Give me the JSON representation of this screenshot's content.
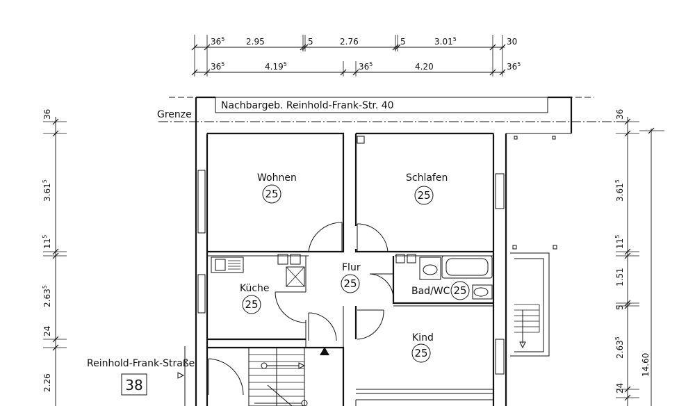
{
  "plan": {
    "neighbor_label": "Nachbargeb. Reinhold-Frank-Str. 40",
    "boundary_label": "Grenze",
    "street": {
      "name": "Reinhold-Frank-Straße",
      "number": "38"
    },
    "rooms": [
      {
        "name": "Wohnen",
        "number": "25"
      },
      {
        "name": "Schlafen",
        "number": "25"
      },
      {
        "name": "Küche",
        "number": "25"
      },
      {
        "name": "Flur",
        "number": "25"
      },
      {
        "name": "Bad/WC",
        "number": "25"
      },
      {
        "name": "Kind",
        "number": "25"
      }
    ],
    "dimensions": {
      "top_row_1": [
        {
          "main": "36",
          "sup": "5"
        },
        {
          "main": "2.95",
          "sup": ""
        },
        {
          "main": "5",
          "sup": ""
        },
        {
          "main": "2.76",
          "sup": ""
        },
        {
          "main": "5",
          "sup": ""
        },
        {
          "main": "3.01",
          "sup": "5"
        },
        {
          "main": "30",
          "sup": ""
        }
      ],
      "top_row_2": [
        {
          "main": "36",
          "sup": "5"
        },
        {
          "main": "4.19",
          "sup": "5"
        },
        {
          "main": "36",
          "sup": "5"
        },
        {
          "main": "4.20",
          "sup": ""
        },
        {
          "main": "36",
          "sup": "5"
        }
      ],
      "left_col": [
        {
          "main": "36",
          "sup": ""
        },
        {
          "main": "3.61",
          "sup": "5"
        },
        {
          "main": "11",
          "sup": "5"
        },
        {
          "main": "2.63",
          "sup": "5"
        },
        {
          "main": "24",
          "sup": ""
        },
        {
          "main": "2.26",
          "sup": ""
        }
      ],
      "right_col": [
        {
          "main": "36",
          "sup": ""
        },
        {
          "main": "3.61",
          "sup": "5"
        },
        {
          "main": "11",
          "sup": "5"
        },
        {
          "main": "1.51",
          "sup": ""
        },
        {
          "main": "5",
          "sup": ""
        },
        {
          "main": "2.63",
          "sup": "5"
        },
        {
          "main": "24",
          "sup": ""
        }
      ],
      "right_total": "14.60"
    }
  }
}
